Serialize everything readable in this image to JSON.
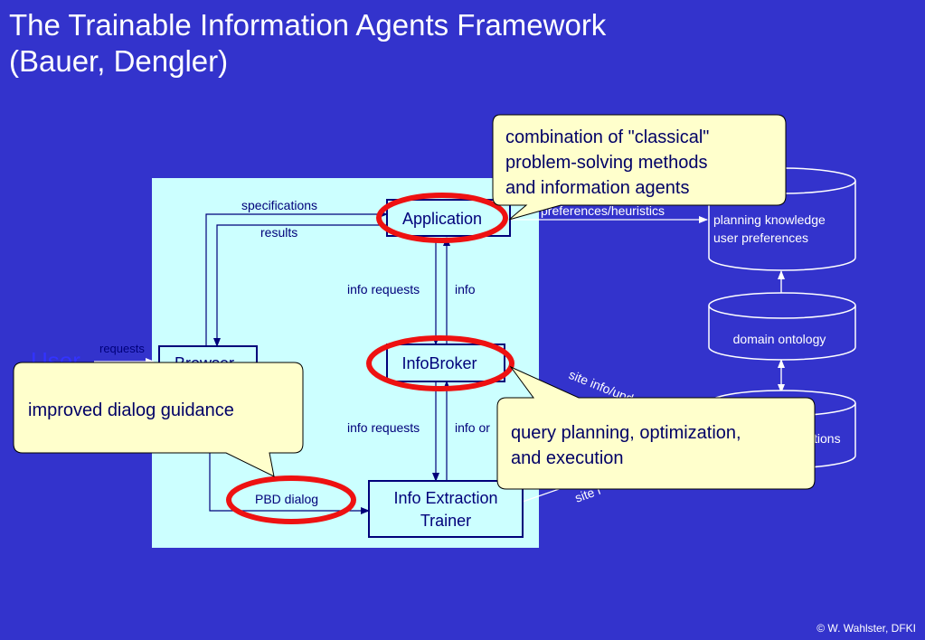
{
  "title_line1": "The Trainable Information Agents Framework",
  "title_line2": "(Bauer, Dengler)",
  "boxes": {
    "application": "Application",
    "browser": "Browser",
    "infobroker": "InfoBroker",
    "info_extraction_line1": "Info Extraction",
    "info_extraction_line2": "Trainer"
  },
  "edge_labels": {
    "specifications": "specifications",
    "results": "results",
    "info_requests_top": "info requests",
    "info_top": "info",
    "info_requests_bottom": "info requests",
    "info_bottom": "info or",
    "pbd_dialog": "PBD dialog",
    "requests": "requests",
    "preferences_heuristics": "preferences/heuristics",
    "site_info_update": "site info/updat",
    "site_info_bottom": "site i"
  },
  "user_label": "User",
  "databases": {
    "planning_line1": "planning knowledge",
    "planning_line2": "user preferences",
    "ontology": "domain ontology",
    "site_descriptions": "tions"
  },
  "callouts": {
    "classical_line1": "combination of \"classical\"",
    "classical_line2": "problem-solving methods",
    "classical_line3": "and information agents",
    "dialog": "improved dialog guidance",
    "query_line1": "query planning, optimization,",
    "query_line2": "and execution"
  },
  "footer": "© W. Wahlster, DFKI",
  "colors": {
    "background": "#3333cc",
    "panel": "#ccffff",
    "callout": "#ffffcc",
    "highlight": "#ee1111",
    "box_border": "#00007a"
  }
}
